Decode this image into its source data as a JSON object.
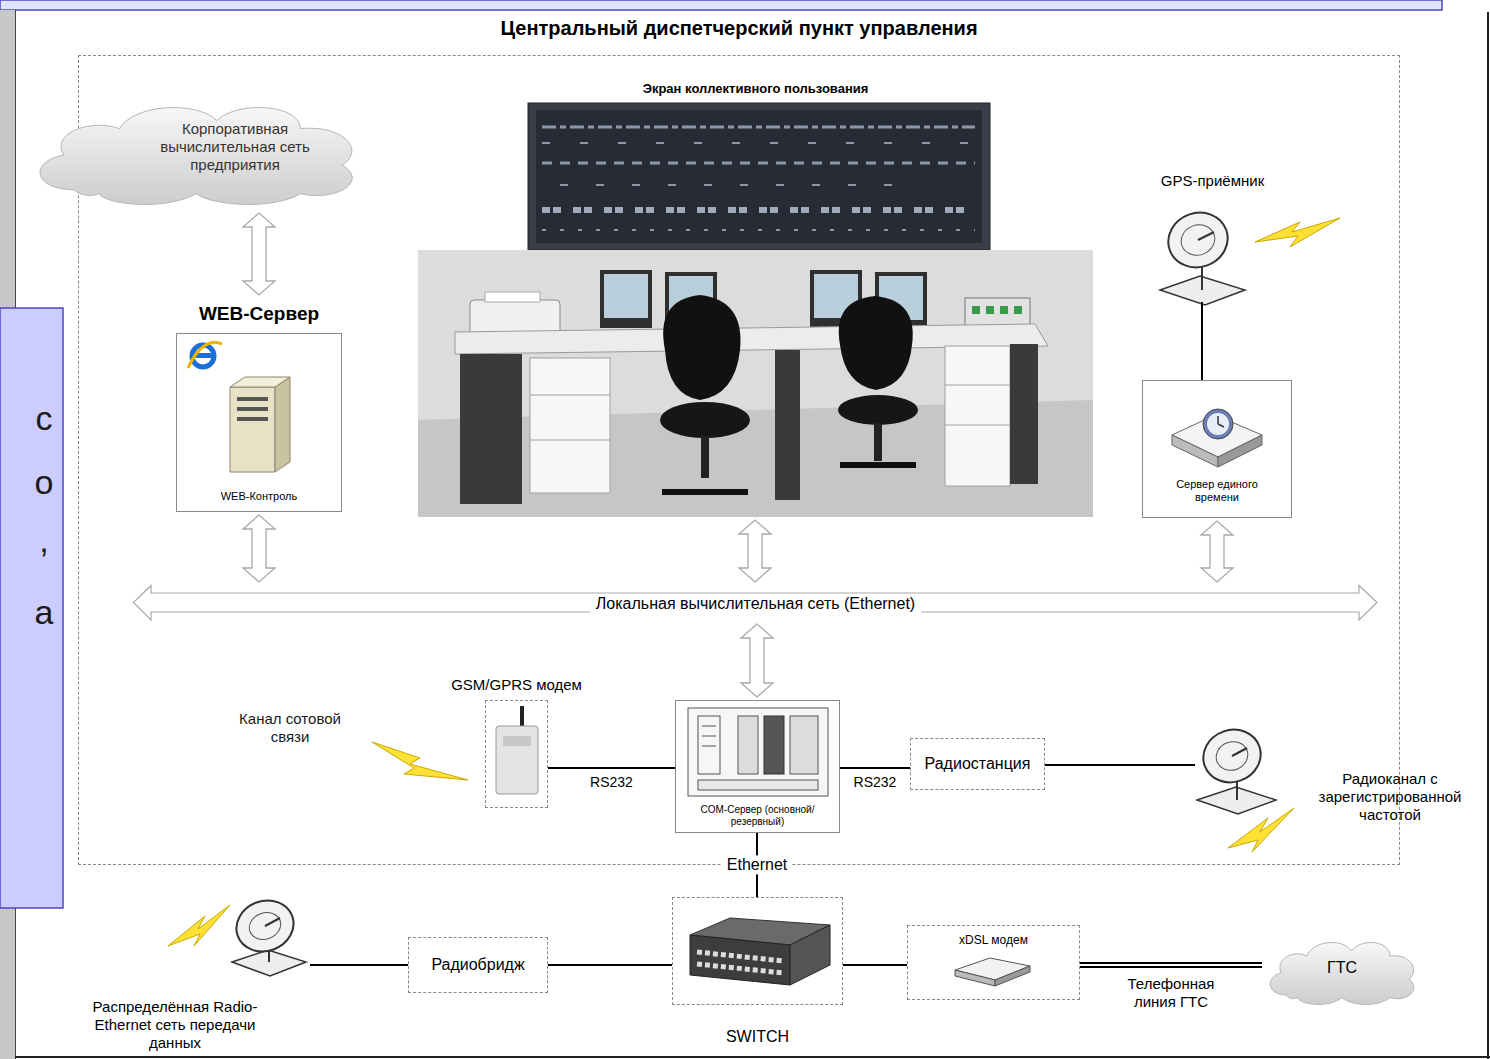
{
  "diagram": {
    "nodes": [
      {
        "text": [
          "Центральный диспетчерский пункт управления"
        ]
      },
      {
        "text": [
          "Корпоративная вычислительная сеть предприятия"
        ],
        "in": 0
      },
      {
        "text": [
          "WEB-Сервер",
          "WEB-Контроль"
        ],
        "in": 0
      },
      {
        "text": [
          "Экран коллективного пользования"
        ],
        "in": 0
      },
      {
        "text": [
          "GPS-приёмник"
        ],
        "in": 0
      },
      {
        "text": [
          "Сервер единого времени"
        ],
        "in": 0
      },
      {
        "text": [
          "Локальная вычислительная сеть (Ethernet)"
        ],
        "in": 0
      },
      {
        "text": [
          "GSM/GPRS модем"
        ],
        "in": 0
      },
      {
        "text": [
          "COM-Сервер (основной/резервный)"
        ],
        "in": 0
      },
      {
        "text": [
          "Радиостанция"
        ],
        "in": 0
      },
      {
        "text": [
          "Радиоканал с зарегистрированной частотой"
        ],
        "in": 0
      },
      {
        "text": [
          "Распределённая Radio-Ethernet сеть передачи данных"
        ]
      },
      {
        "text": [
          "Радиобридж"
        ]
      },
      {
        "text": [
          "SWITCH"
        ]
      },
      {
        "text": [
          "xDSL модем"
        ]
      },
      {
        "text": [
          "ГТС"
        ]
      }
    ],
    "edges": [
      {
        "from": 1,
        "to": 2,
        "arrow": "both"
      },
      {
        "from": 2,
        "to": 6,
        "arrow": "both"
      },
      {
        "from": 3,
        "to": 6,
        "arrow": "both"
      },
      {
        "from": 5,
        "to": 6,
        "arrow": "both"
      },
      {
        "from": 4,
        "to": 5,
        "arrow": "none"
      },
      {
        "from": 6,
        "to": 8,
        "arrow": "both"
      },
      {
        "from": 7,
        "to": 8,
        "arrow": "none",
        "label": "RS232"
      },
      {
        "from": 8,
        "to": 9,
        "arrow": "none",
        "label": "RS232"
      },
      {
        "from": 9,
        "to": 10,
        "arrow": "none"
      },
      {
        "from": 8,
        "to": 13,
        "arrow": "none",
        "label": "Ethernet"
      },
      {
        "from": 11,
        "to": 12,
        "arrow": "none"
      },
      {
        "from": 12,
        "to": 13,
        "arrow": "none"
      },
      {
        "from": 13,
        "to": 14,
        "arrow": "none"
      },
      {
        "from": 14,
        "to": 15,
        "arrow": "none",
        "label": "Телефонная линия ГТС"
      }
    ],
    "labels": [
      "Канал сотовой связи",
      "с",
      "о",
      ",",
      "а"
    ]
  }
}
